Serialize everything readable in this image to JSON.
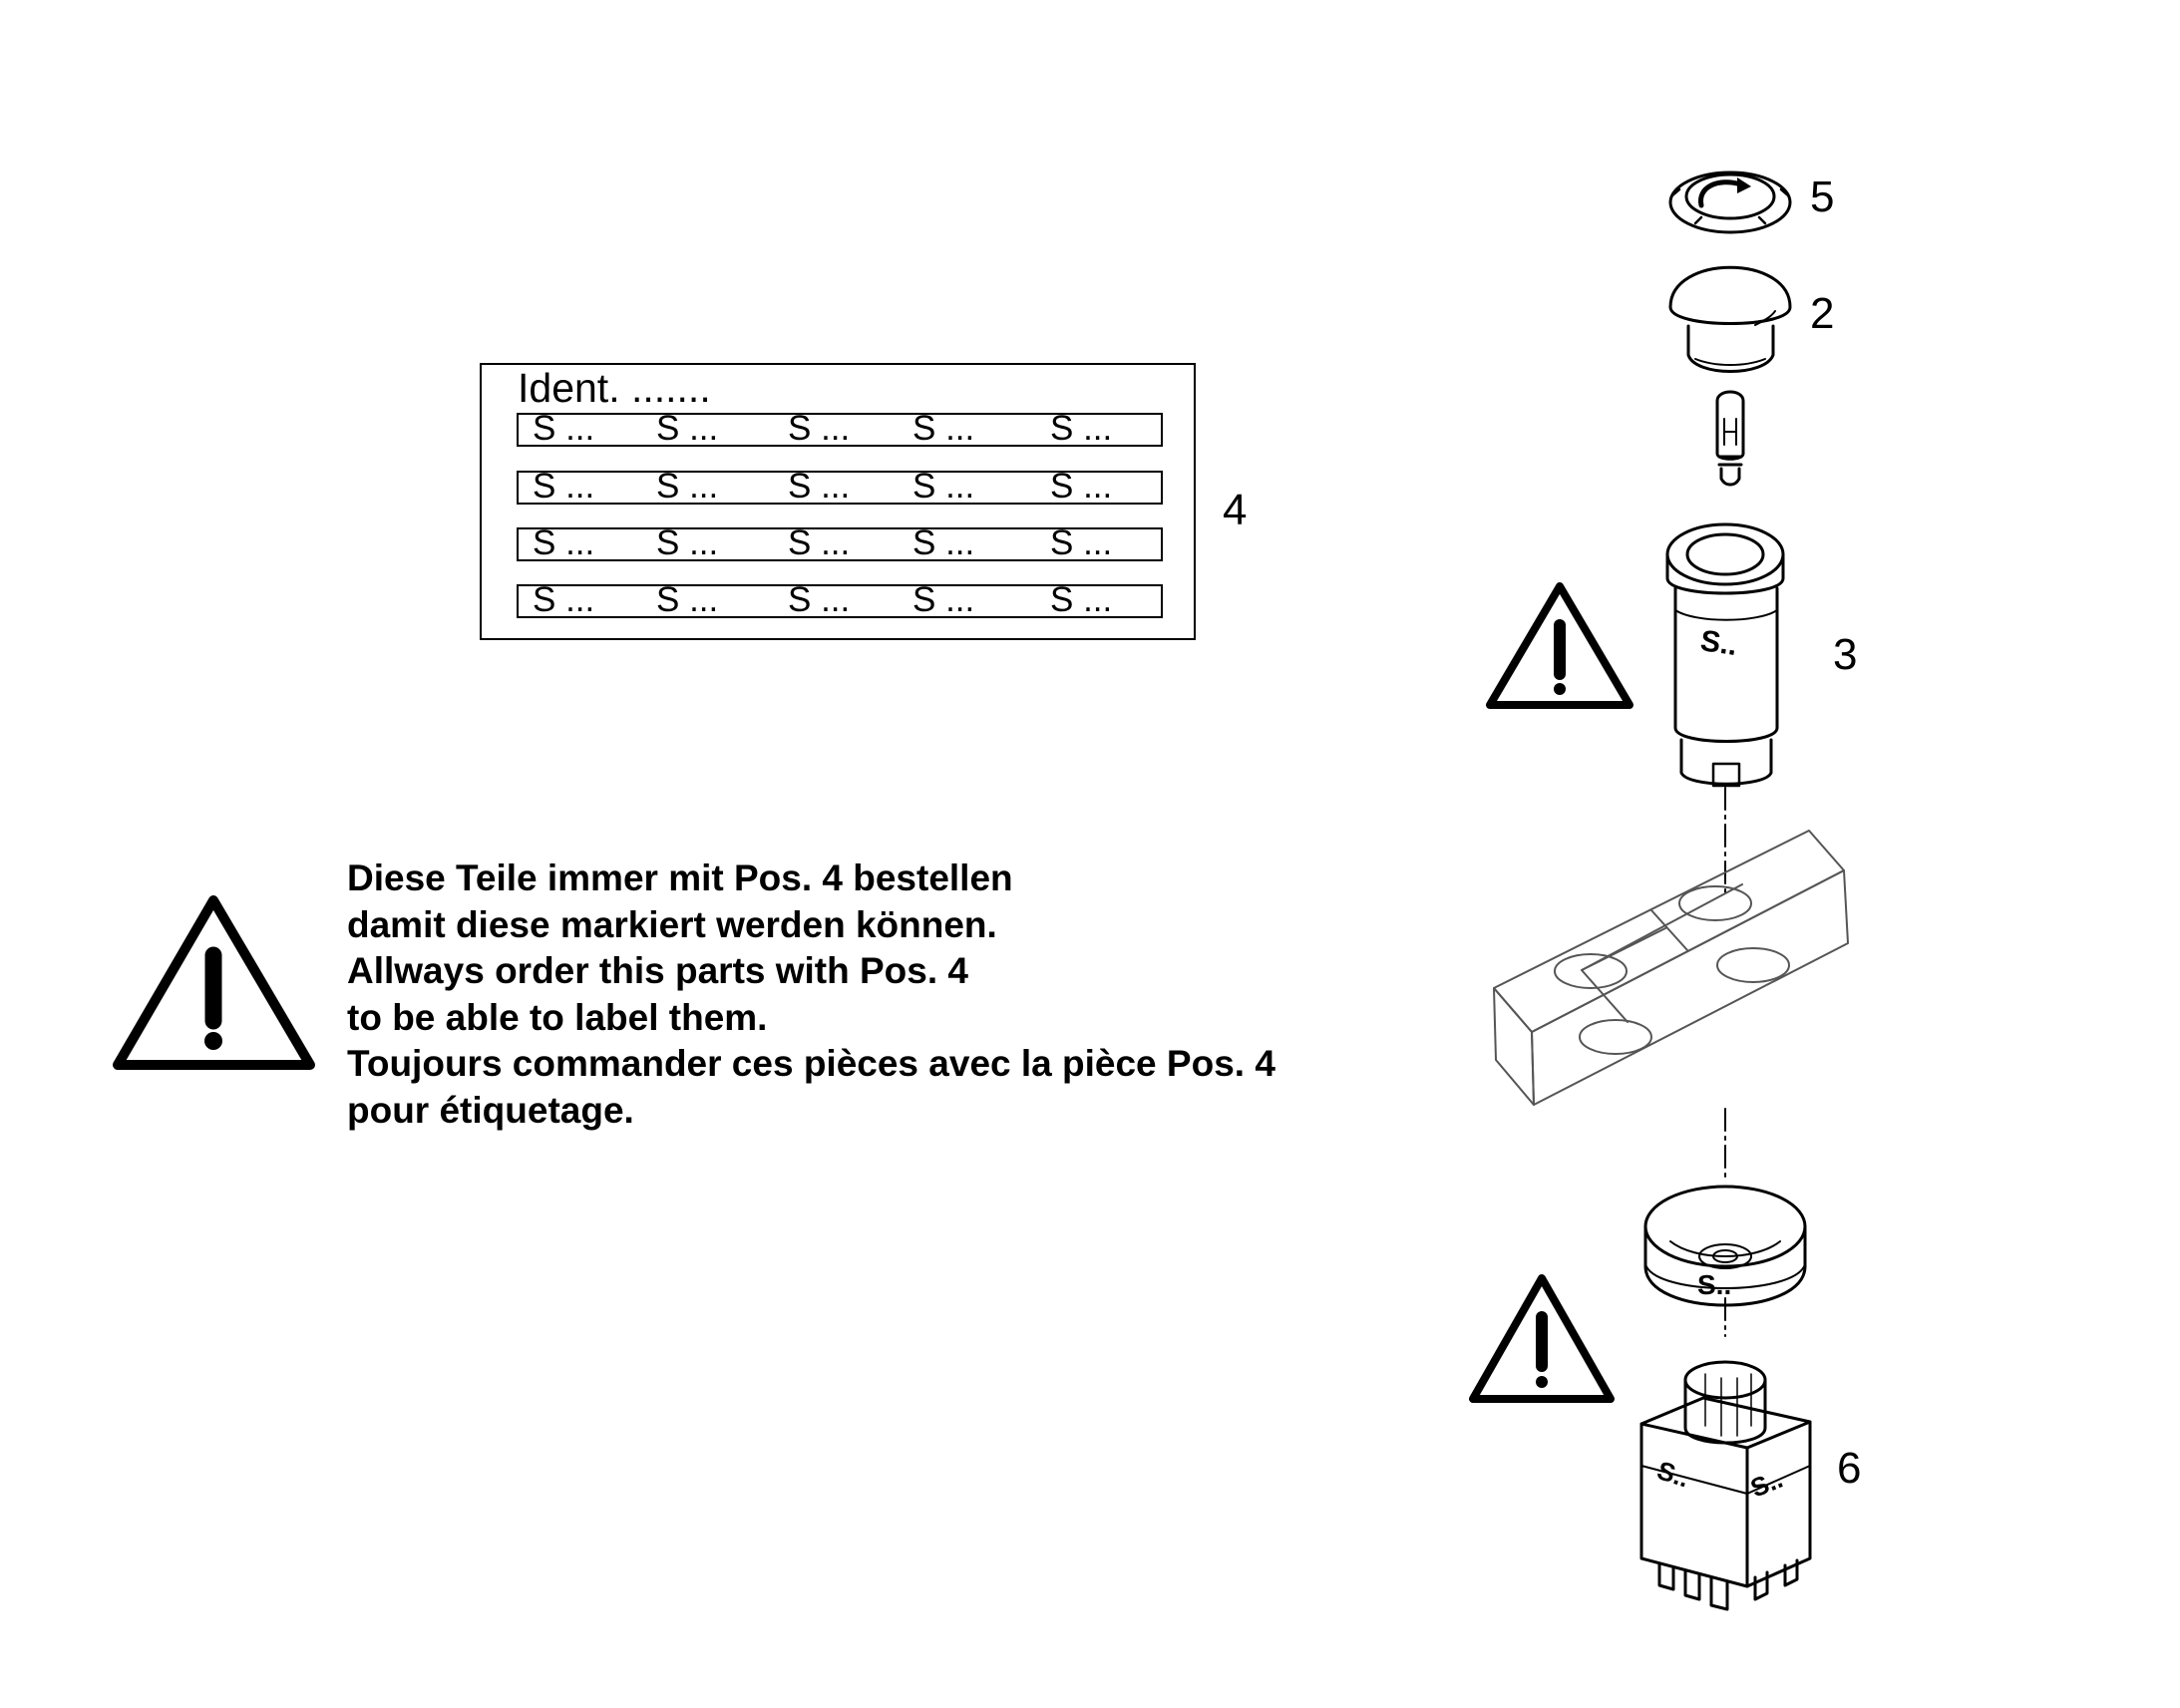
{
  "label_card": {
    "ident": "Ident. .......",
    "rows": [
      [
        "S ...",
        "S ...",
        "S ...",
        "S ...",
        "S ..."
      ],
      [
        "S ...",
        "S ...",
        "S ...",
        "S ...",
        "S ..."
      ],
      [
        "S ...",
        "S ...",
        "S ...",
        "S ...",
        "S ..."
      ],
      [
        "S ...",
        "S ...",
        "S ...",
        "S ...",
        "S ..."
      ]
    ]
  },
  "positions": {
    "card": "4",
    "ring": "5",
    "cap": "2",
    "holder": "3",
    "switch": "6"
  },
  "part_marks": {
    "holder": "S..",
    "collar": "S..",
    "switch_left": "S..",
    "switch_right": "S.."
  },
  "note_lines": [
    "Diese Teile immer mit Pos. 4 bestellen",
    "damit diese markiert werden können.",
    "Allways order this parts with Pos. 4",
    "to be able to label them.",
    "Toujours commander ces pièces avec la pièce Pos. 4",
    "pour étiquetage."
  ],
  "icons": {
    "warning_large": "warning-triangle-icon",
    "warning_holder": "warning-triangle-icon",
    "warning_switch": "warning-triangle-icon",
    "rotate_arrow": "rotate-arrow-icon"
  },
  "colors": {
    "line": "#000000",
    "background": "#ffffff",
    "plate_line": "#555555"
  }
}
